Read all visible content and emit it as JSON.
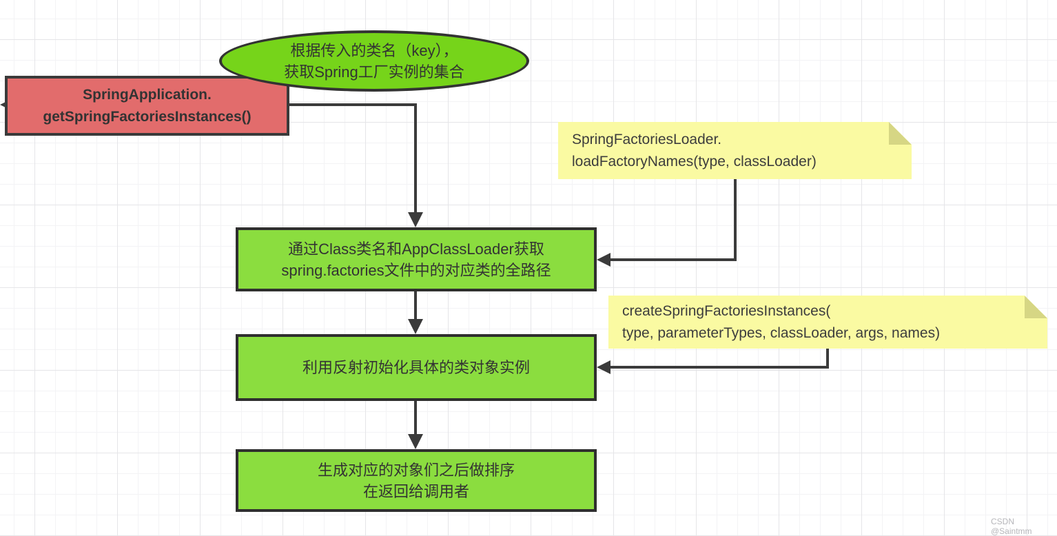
{
  "flowchart": {
    "goal_ellipse": {
      "lines": [
        "根据传入的类名（key），",
        "获取Spring工厂实例的集合"
      ]
    },
    "entry_box": {
      "lines": [
        "SpringApplication.",
        "getSpringFactoriesInstances()"
      ]
    },
    "note_load_factory_names": {
      "lines": [
        "SpringFactoriesLoader.",
        "loadFactoryNames(type, classLoader)"
      ]
    },
    "step_get_class_paths": {
      "lines": [
        "通过Class类名和AppClassLoader获取",
        "spring.factories文件中的对应类的全路径"
      ]
    },
    "note_create_instances": {
      "lines": [
        "createSpringFactoriesInstances(",
        "type, parameterTypes, classLoader, args, names)"
      ]
    },
    "step_reflect_instantiate": {
      "lines": [
        "利用反射初始化具体的类对象实例"
      ]
    },
    "step_sort_and_return": {
      "lines": [
        "生成对应的对象们之后做排序",
        "在返回给调用者"
      ]
    },
    "colors": {
      "ellipse_fill": "#76d41a",
      "step_fill": "#8bdd3f",
      "entry_fill": "#e26c6c",
      "note_fill": "#fafaa2",
      "note_fold": "#d6d684",
      "shape_stroke": "#333333",
      "connector": "#3b3b3b",
      "grid_minor": "#f3f3f5",
      "grid_major": "#e5e5e8"
    },
    "watermark": "CSDN @Saintmm"
  }
}
